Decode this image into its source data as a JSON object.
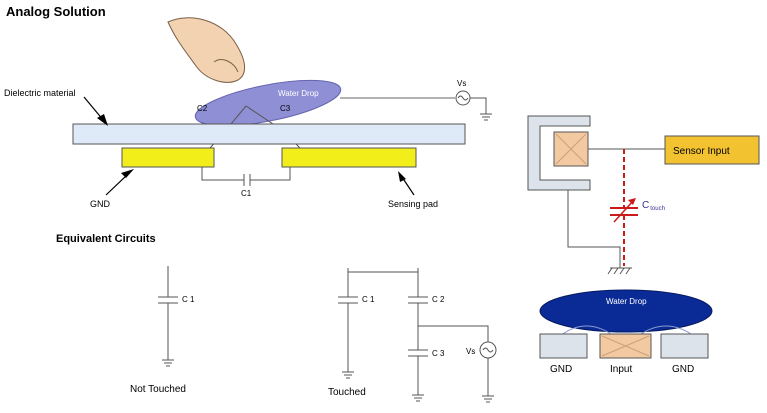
{
  "title": "Analog Solution",
  "labels": {
    "dielectric": "Dielectric material",
    "water_drop_top": "Water Drop",
    "c2": "C2",
    "c3": "C3",
    "vs_top": "Vs",
    "c1": "C1",
    "gnd": "GND",
    "sensing_pad": "Sensing pad",
    "equiv_title": "Equivalent Circuits",
    "eq_c1_a": "C 1",
    "eq_c1_b": "C 1",
    "eq_c2": "C 2",
    "eq_c3": "C 3",
    "eq_vs": "Vs",
    "not_touched": "Not Touched",
    "touched": "Touched",
    "sensor_input": "Sensor Input",
    "c_touch_main": "C",
    "c_touch_sub": "touch",
    "water_drop_bottom": "Water Drop",
    "gnd_left": "GND",
    "input": "Input",
    "gnd_right": "GND"
  },
  "colors": {
    "dielectric": "#dfeaf8",
    "pad_yellow": "#f2ee1a",
    "drop_top": "#8f8fd6",
    "drop_bottom": "#0a2a96",
    "sensor_orange": "#f2c230",
    "touch_red": "#cc1a1a",
    "box_gray": "#dde3ea",
    "input_tan": "#f2c9a0"
  }
}
